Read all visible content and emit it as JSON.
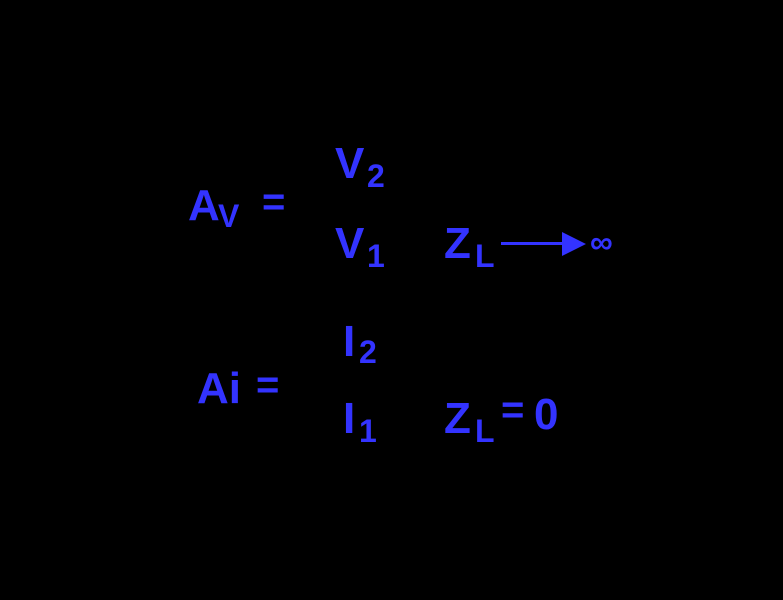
{
  "colors": {
    "background": "#000000",
    "text": "#3333ff"
  },
  "voltage_gain": {
    "lhs_main": "A",
    "lhs_sub": "V",
    "equals": "=",
    "numerator_main": "V",
    "numerator_sub": "2",
    "denominator_main": "V",
    "denominator_sub": "1",
    "condition": {
      "main": "Z",
      "sub": "L",
      "relation": "arrow",
      "value": "∞"
    }
  },
  "current_gain": {
    "lhs_main": "Ai",
    "equals": "=",
    "numerator_main": "I",
    "numerator_sub": "2",
    "denominator_main": "I",
    "denominator_sub": "1",
    "condition": {
      "main": "Z",
      "sub": "L",
      "relation": "=",
      "value": "0"
    }
  }
}
